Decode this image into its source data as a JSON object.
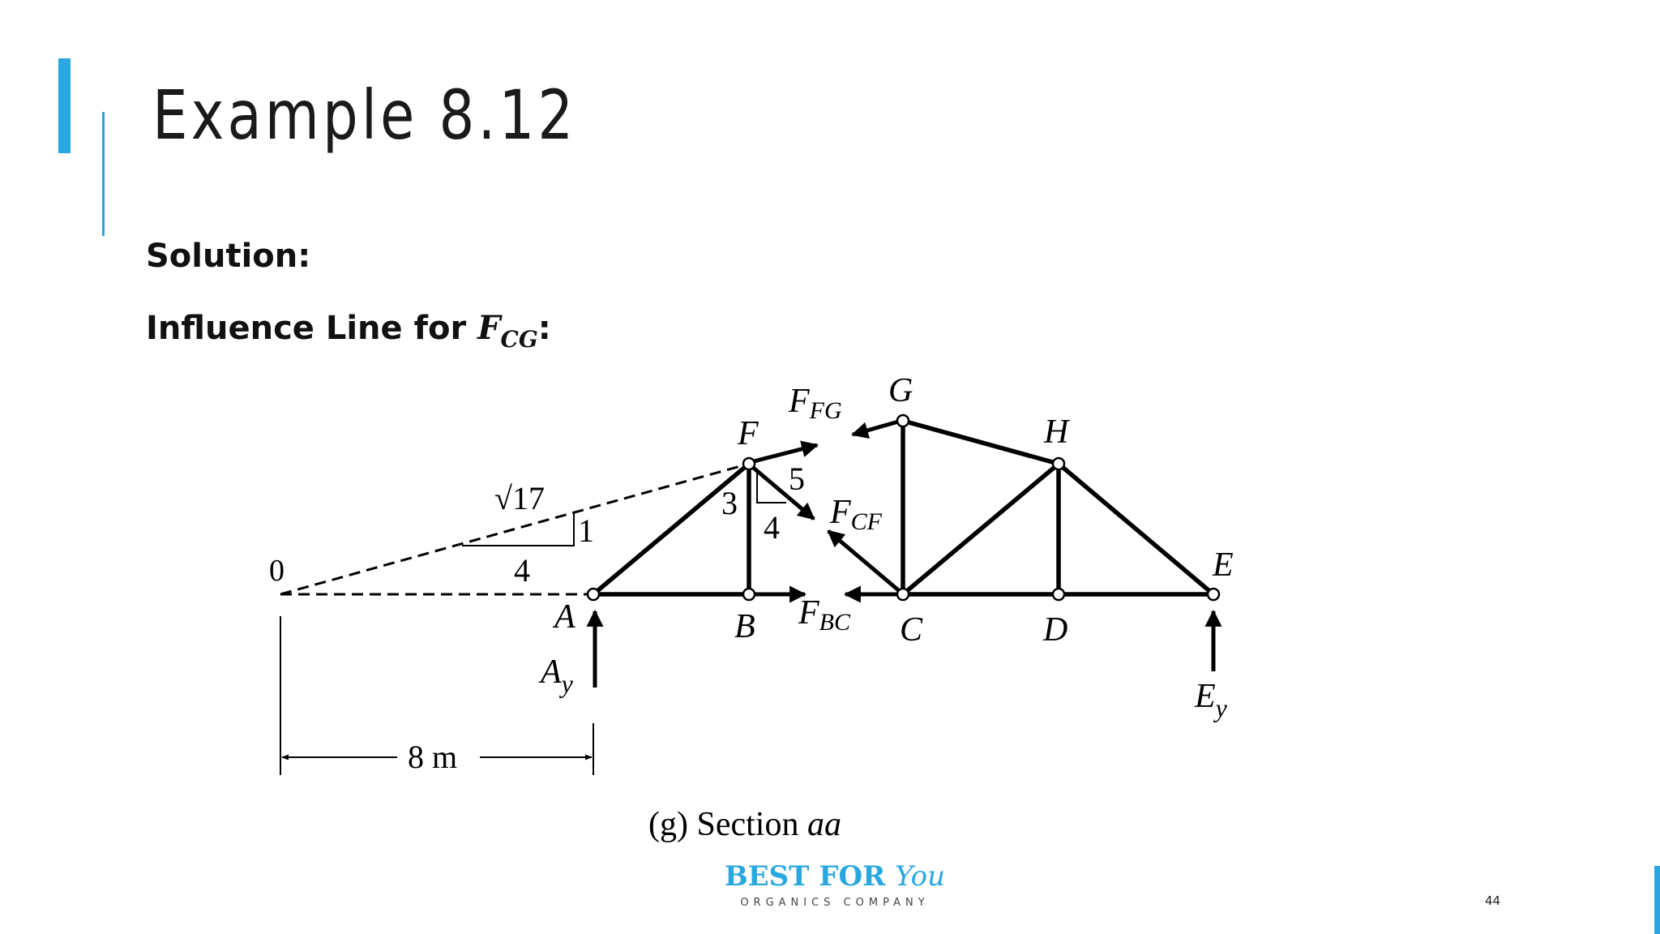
{
  "slide": {
    "title": "Example 8.12",
    "solution_label": "Solution:",
    "influence_line_prefix": "Influence Line for ",
    "influence_line_force": "F",
    "influence_line_subscript": "CG",
    "influence_line_suffix": ":",
    "page_number": "44",
    "accent_color": "#29a8e0"
  },
  "diagram": {
    "caption_prefix": "(g) Section ",
    "caption_italic": "aa",
    "node_labels": {
      "A": "A",
      "B": "B",
      "C": "C",
      "D": "D",
      "E": "E",
      "F": "F",
      "G": "G",
      "H": "H",
      "origin": "0"
    },
    "force_labels": {
      "FFG": {
        "main": "F",
        "sub": "FG"
      },
      "FCF": {
        "main": "F",
        "sub": "CF"
      },
      "FBC": {
        "main": "F",
        "sub": "BC"
      },
      "Ay": {
        "main": "A",
        "sub": "y"
      },
      "Ey": {
        "main": "E",
        "sub": "y"
      }
    },
    "slope_triangle": {
      "hyp": "√17",
      "rise": "1",
      "run": "4"
    },
    "member_triangle": {
      "rise": "3",
      "run": "4",
      "hyp": "5"
    },
    "dimension": "8 m"
  },
  "logo": {
    "main": "BEST FOR ",
    "italic": "You",
    "sub": "ORGANICS COMPANY"
  }
}
